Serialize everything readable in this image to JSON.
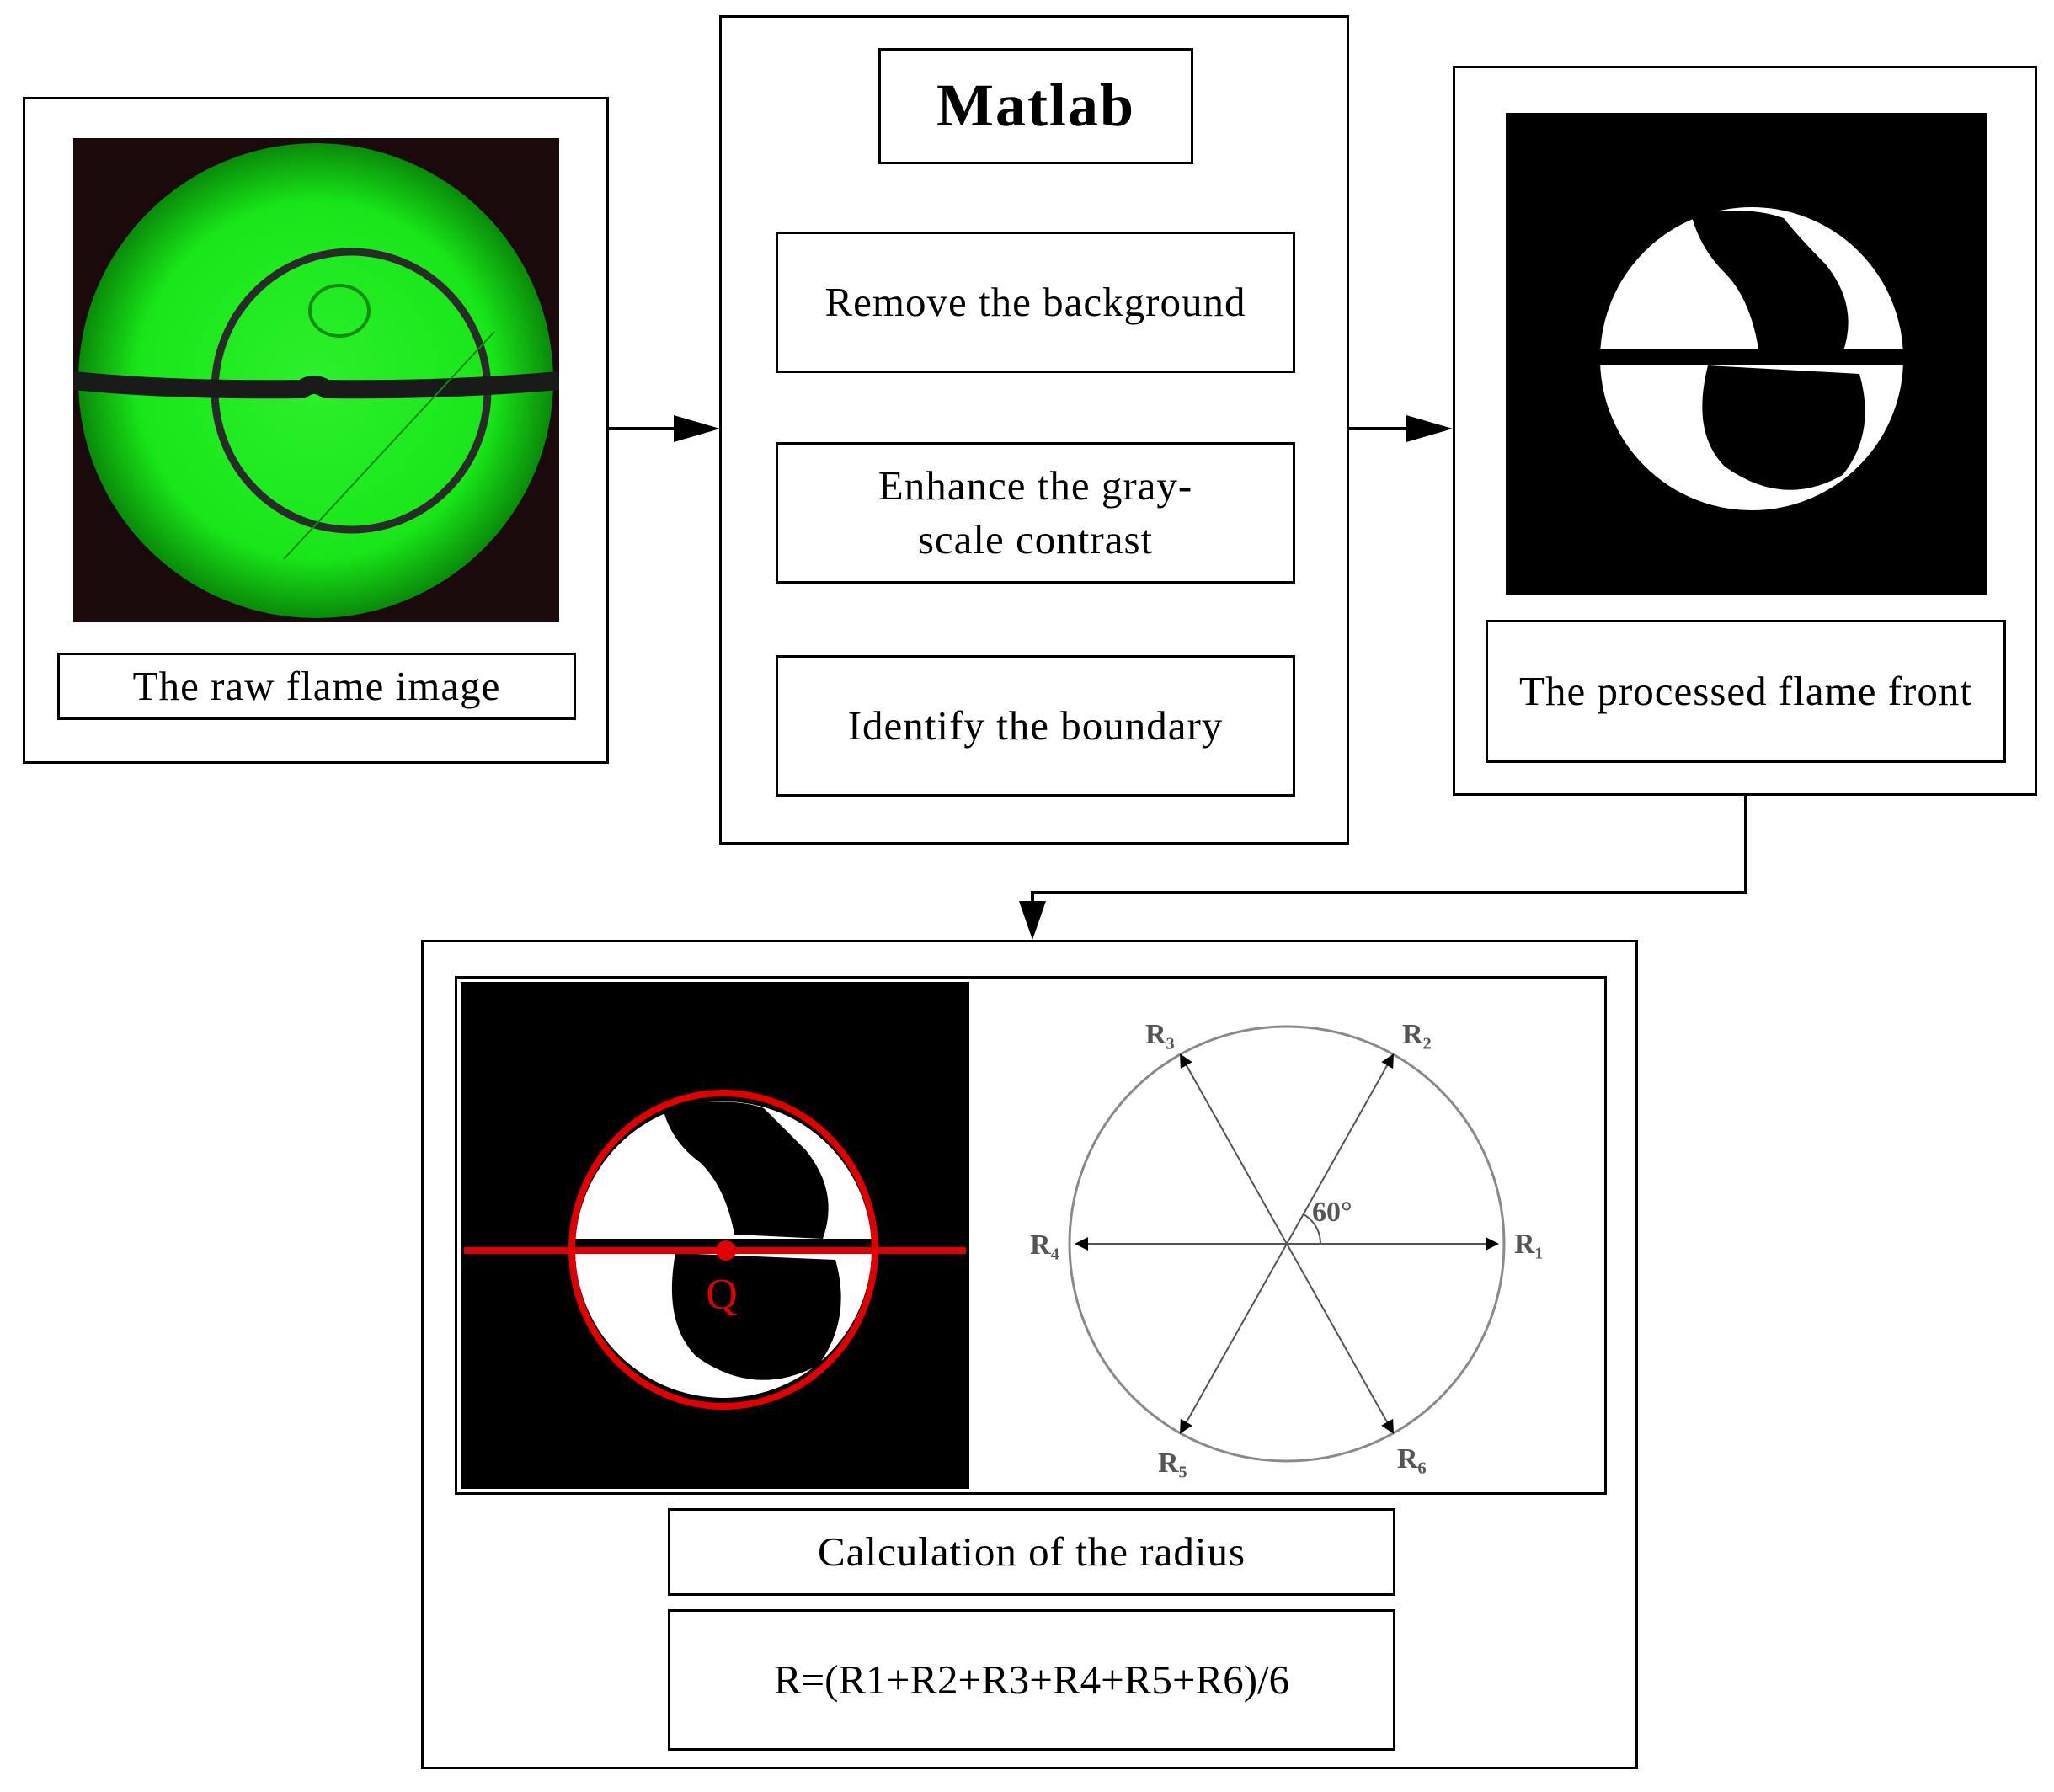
{
  "raw_panel": {
    "caption": "The raw flame image"
  },
  "matlab_panel": {
    "title": "Matlab",
    "steps": [
      {
        "label": "Remove the background"
      },
      {
        "label": "Enhance the gray-scale contrast"
      },
      {
        "label": "Identify the boundary"
      }
    ]
  },
  "processed_panel": {
    "caption": "The processed flame front"
  },
  "calc_panel": {
    "center_label": "Q",
    "angle_label": "60°",
    "radius_labels": [
      "R₁",
      "R₂",
      "R₃",
      "R₄",
      "R₅",
      "R₆"
    ],
    "caption": "Calculation of the radius",
    "formula": "R=(R1+R2+R3+R4+R5+R6)/6"
  },
  "colors": {
    "flame_green": "#19e619",
    "overlay_red": "#e00000",
    "line": "#000000",
    "diagram_gray": "#8a8a8a"
  }
}
